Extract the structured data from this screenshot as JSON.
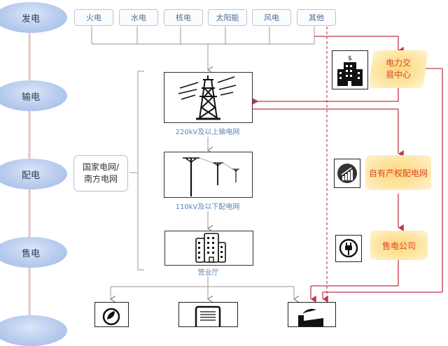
{
  "stages": [
    {
      "label": "发电"
    },
    {
      "label": "输电"
    },
    {
      "label": "配电"
    },
    {
      "label": "售电"
    }
  ],
  "generation_sources": [
    {
      "label": "火电"
    },
    {
      "label": "水电"
    },
    {
      "label": "核电"
    },
    {
      "label": "太阳能"
    },
    {
      "label": "风电"
    },
    {
      "label": "其他"
    }
  ],
  "grid_operator": {
    "line1": "国家电网/",
    "line2": "南方电网"
  },
  "grid_levels": [
    {
      "caption": "220kV及以上输电网",
      "icon": "transmission-tower-icon"
    },
    {
      "caption": "110kV及以下配电网",
      "icon": "utility-poles-icon"
    },
    {
      "caption": "营业厅",
      "icon": "office-buildings-icon"
    }
  ],
  "market_entities": [
    {
      "line1": "电力交",
      "line2": "易中心",
      "icon": "exchange-building-icon"
    },
    {
      "line1": "自有产权配电网",
      "line2": "",
      "icon": "growth-chart-icon"
    },
    {
      "line1": "售电公司",
      "line2": "",
      "icon": "power-plug-icon"
    }
  ],
  "consumers": [
    {
      "icon": "leaf-icon"
    },
    {
      "icon": "document-icon"
    },
    {
      "icon": "factory-icon"
    }
  ],
  "colors": {
    "stage_fill": "#b7cbee",
    "flow_gray": "#a9a9a9",
    "flow_red": "#c0384a",
    "entity_fill": "#fde7a8",
    "entity_text": "#d9432f",
    "caption_blue": "#5b86b5"
  }
}
